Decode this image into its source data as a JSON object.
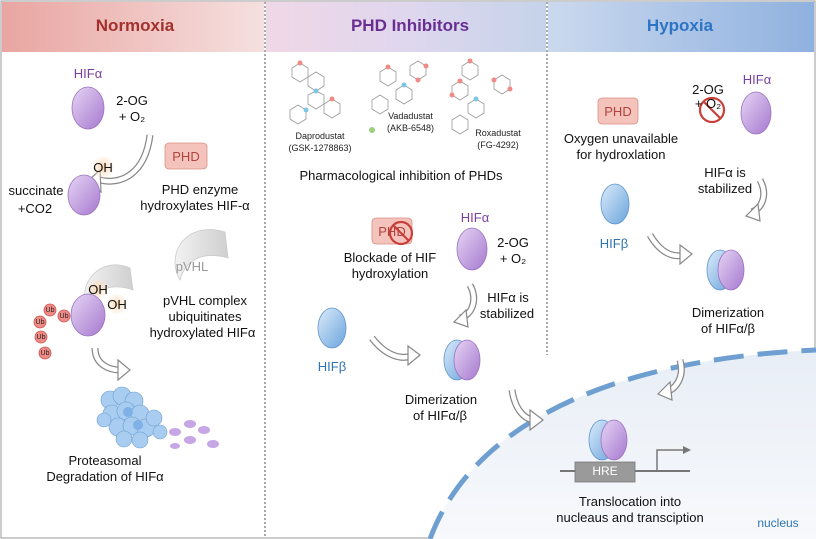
{
  "panels": {
    "normoxia": {
      "title": "Normoxia",
      "hif_alpha": "HIFα",
      "og": "2-OG",
      "o2": "+ O₂",
      "phd": "PHD",
      "oh": "OH",
      "succinate": "succinate",
      "co2": "+CO2",
      "phd_desc_1": "PHD enzyme",
      "phd_desc_2": "hydroxylates HIF-α",
      "pvhl": "pVHL",
      "pvhl_desc_1": "pVHL complex",
      "pvhl_desc_2": "ubiquitinates",
      "pvhl_desc_3": "hydroxylated HIFα",
      "ub": "Ub",
      "degradation_1": "Proteasomal",
      "degradation_2": "Degradation of HIFα"
    },
    "inhibitors": {
      "title": "PHD Inhibitors",
      "drug1_name": "Daprodustat",
      "drug1_code": "(GSK-1278863)",
      "drug2_name": "Vadadustat",
      "drug2_code": "(AKB-6548)",
      "drug3_name": "Roxadustat",
      "drug3_code": "(FG-4292)",
      "pharm": "Pharmacological inhibition of PHDs",
      "phd": "PHD",
      "blockade_1": "Blockade of HIF",
      "blockade_2": "hydroxylation",
      "hif_alpha": "HIFα",
      "og": "2-OG",
      "o2": "+ O₂",
      "stab_1": "HIFα is",
      "stab_2": "stabilized",
      "hif_beta": "HIFβ",
      "dimer_1": "Dimerization",
      "dimer_2": "of HIFα/β"
    },
    "hypoxia": {
      "title": "Hypoxia",
      "phd": "PHD",
      "og": "2-OG",
      "o2": "+ O₂",
      "hif_alpha": "HIFα",
      "oxy_1": "Oxygen unavailable",
      "oxy_2": "for hydroxlation",
      "stab_1": "HIFα is",
      "stab_2": "stabilized",
      "hif_beta": "HIFβ",
      "dimer_1": "Dimerization",
      "dimer_2": "of HIFα/β"
    }
  },
  "nucleus": {
    "hre": "HRE",
    "transloc_1": "Translocation into",
    "transloc_2": "nucleaus and transciption",
    "label": "nucleus"
  },
  "colors": {
    "normoxia_title": "#a3312d",
    "inhibitors_title": "#6a2e93",
    "hypoxia_title": "#2e74c4",
    "hif_alpha": "#b58fd6",
    "hif_beta": "#7fb2e0",
    "phd_box": "#f4c4bc"
  }
}
